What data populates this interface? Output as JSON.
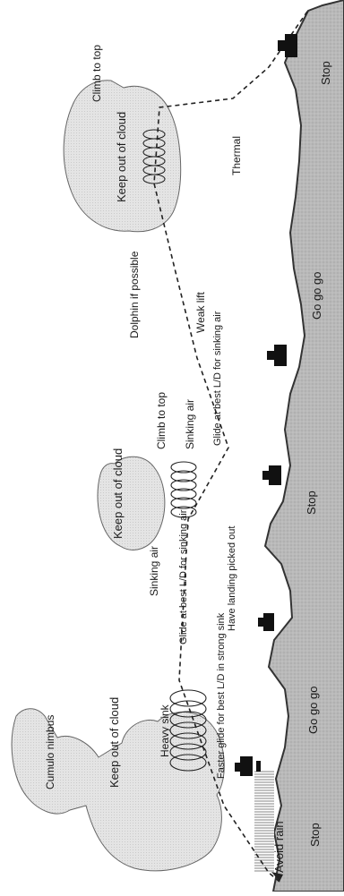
{
  "labels": {
    "avoid_rain": "Avoid rain",
    "cumulonimbus": "Cumulo nimbus",
    "keep_out_cloud": "Keep out of cloud",
    "heavy_sink": "Heavy sink",
    "faster_glide": "Faster glide for best L/D in strong sink",
    "sinking_air": "Sinking air",
    "glide_best_ld_sinking": "Glide at best L/D for sinking air",
    "have_landing": "Have landing picked out",
    "climb_to_top": "Climb to top",
    "dolphin": "Dolphin if possible",
    "weak_lift": "Weak lift",
    "thermal": "Thermal"
  },
  "ground_zones": [
    "Stop",
    "Go go go",
    "Stop",
    "Go go go",
    "Stop"
  ]
}
